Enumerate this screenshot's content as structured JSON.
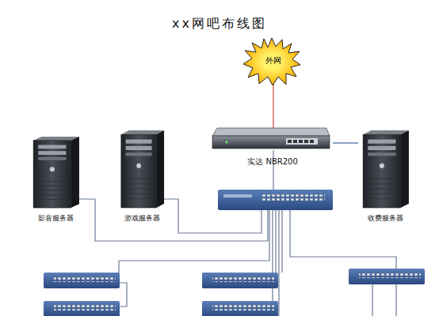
{
  "diagram": {
    "title": "xx网吧布线图",
    "nodes": [
      {
        "text": [
          "外网"
        ]
      },
      {
        "text": [
          "实达 NBR200"
        ]
      },
      {
        "text": [
          "影音服务器"
        ]
      },
      {
        "text": [
          "游戏服务器"
        ]
      },
      {
        "text": [
          "收费服务器"
        ]
      }
    ],
    "edges": [
      {
        "from": 0,
        "to": 1,
        "arrow": "none"
      },
      {
        "from": 1,
        "to": 4,
        "arrow": "none"
      }
    ]
  }
}
